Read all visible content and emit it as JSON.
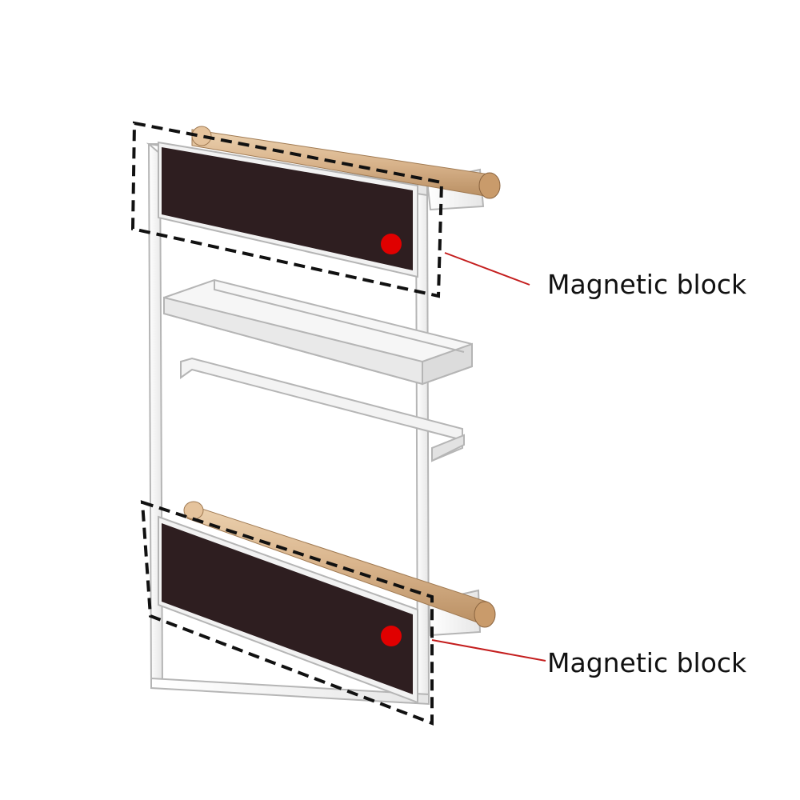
{
  "subject": "magnetic refrigerator side rack with two wooden paper-towel rods and a shelf",
  "callouts": [
    {
      "label": "Magnetic block"
    },
    {
      "label": "Magnetic block"
    }
  ],
  "colors": {
    "frame": "#f4f4f4",
    "frame_edge": "#b9b9b9",
    "magnet": "#2e1e20",
    "wood": "#d9b48c",
    "marker_dot": "#e00000",
    "leader_line": "#c41e1e",
    "dashed_box": "#111111"
  },
  "icons": [
    "marker-dot",
    "dashed-highlight-box"
  ]
}
